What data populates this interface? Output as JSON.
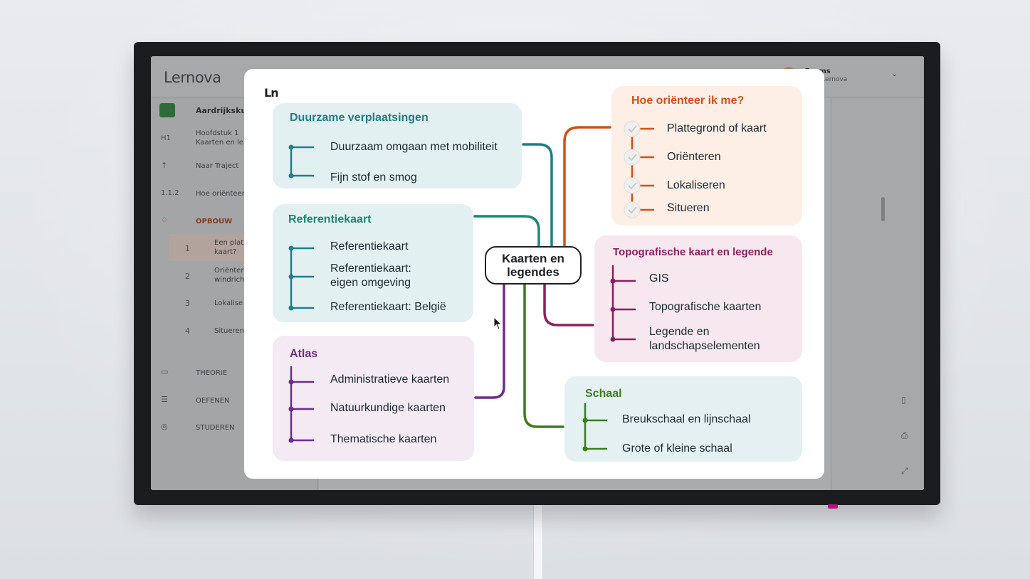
{
  "app": {
    "logo": "Lernova",
    "user_name": "n Faems",
    "user_role": "-admin Lernova",
    "course_title": "Aardrijksku",
    "sidebar": {
      "chapter_code": "H1",
      "chapter_line1": "Hoofdstuk 1",
      "chapter_line2": "Kaarten en le",
      "back_label": "Naar Traject",
      "section_code": "1.1.2",
      "section_label": "Hoe oriënteer",
      "opbouw_label": "OPBOUW",
      "steps": [
        {
          "num": "1",
          "line1": "Een plat",
          "line2": "kaart?"
        },
        {
          "num": "2",
          "line1": "Oriënter",
          "line2": "windrich"
        },
        {
          "num": "3",
          "line1": "Lokalise",
          "line2": ""
        },
        {
          "num": "4",
          "line1": "Situeren",
          "line2": ""
        }
      ],
      "theorie_label": "THEORIE",
      "oefenen_label": "OEFENEN",
      "studeren_label": "STUDEREN"
    }
  },
  "mindmap": {
    "logo_text": "Ln",
    "center": "Kaarten en legendes",
    "colors": {
      "teal": "#1e7f86",
      "teal_green": "#1a8a72",
      "orange": "#d0501c",
      "purple": "#6a2e8a",
      "magenta": "#8a1f5e",
      "green": "#3c7d1e"
    },
    "branches": {
      "duurzaam": {
        "title": "Duurzame verplaatsingen",
        "items": [
          "Duurzaam omgaan met mobiliteit",
          "Fijn stof en smog"
        ]
      },
      "referentie": {
        "title": "Referentiekaart",
        "items": [
          "Referentiekaart",
          "Referentiekaart:\neigen omgeving",
          "Referentiekaart: België"
        ]
      },
      "atlas": {
        "title": "Atlas",
        "items": [
          "Administratieve kaarten",
          "Natuurkundige kaarten",
          "Thematische kaarten"
        ]
      },
      "orienteer": {
        "title": "Hoe oriënteer ik me?",
        "items": [
          "Plattegrond of kaart",
          "Oriënteren",
          "Lokaliseren",
          "Situeren"
        ]
      },
      "topo": {
        "title": "Topografische kaart en legende",
        "items": [
          "GIS",
          "Topografische kaarten",
          "Legende en\nlandschapselementen"
        ]
      },
      "schaal": {
        "title": "Schaal",
        "items": [
          "Breukschaal en lijnschaal",
          "Grote of kleine schaal"
        ]
      }
    }
  }
}
